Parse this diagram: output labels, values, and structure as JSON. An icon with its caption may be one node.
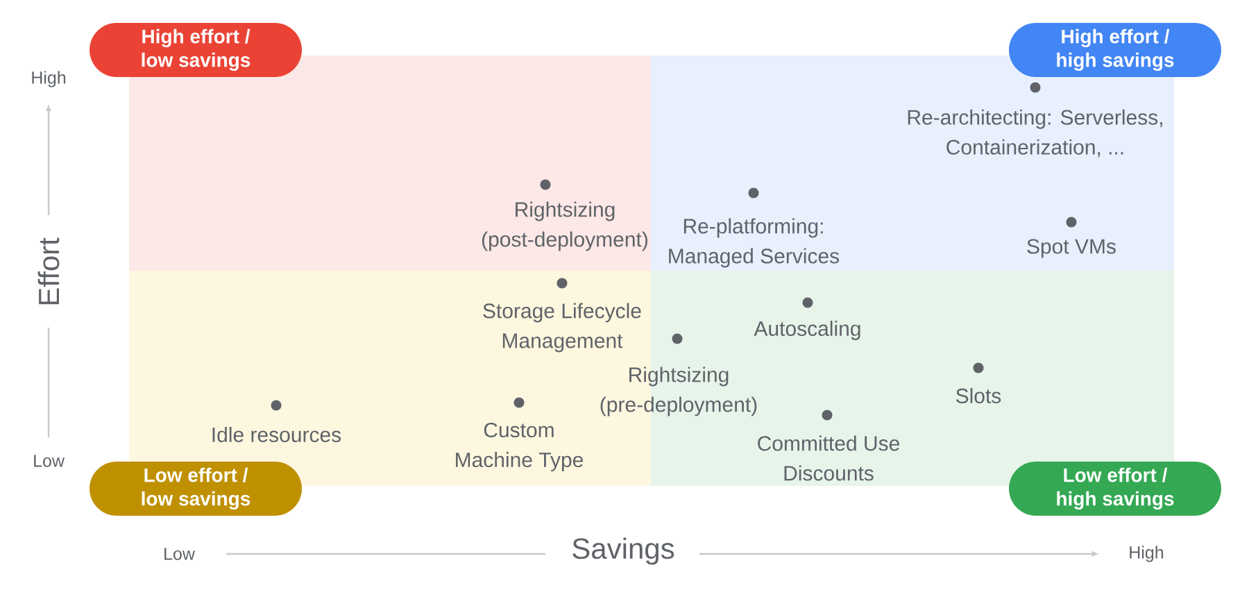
{
  "diagram": {
    "nodes": [
      {
        "text": [
          "High effort / low savings"
        ]
      },
      {
        "text": [
          "High effort / high savings"
        ]
      },
      {
        "text": [],
        "shape": "box"
      },
      {
        "text": [],
        "shape": "box"
      },
      {
        "text": [],
        "shape": "box"
      },
      {
        "text": [],
        "shape": "box"
      },
      {
        "text": [
          "Low effort / low savings"
        ]
      },
      {
        "text": [
          "Low effort / high savings"
        ]
      },
      {
        "text": [],
        "shape": "circle",
        "in": 3,
        "beside": [
          "Re-architecting: Serverless, Containerization, ..."
        ]
      },
      {
        "text": [],
        "shape": "circle",
        "in": 2,
        "beside": [
          "Rightsizing (post-deployment)"
        ]
      },
      {
        "text": [],
        "shape": "circle",
        "in": 3,
        "beside": [
          "Re-platforming: Managed Services"
        ]
      },
      {
        "text": [],
        "shape": "circle",
        "in": 3,
        "beside": [
          "Spot VMs"
        ]
      },
      {
        "text": [],
        "shape": "circle",
        "in": 4,
        "beside": [
          "Storage Lifecycle Management"
        ]
      },
      {
        "text": [],
        "shape": "circle",
        "in": 5,
        "beside": [
          "Autoscaling"
        ]
      },
      {
        "text": [],
        "shape": "circle",
        "in": 5,
        "beside": [
          "Rightsizing (pre-deployment)"
        ]
      },
      {
        "text": [],
        "shape": "circle",
        "in": 5,
        "beside": [
          "Slots"
        ]
      },
      {
        "text": [],
        "shape": "circle",
        "in": 4,
        "beside": [
          "Idle resources"
        ]
      },
      {
        "text": [],
        "shape": "circle",
        "in": 4,
        "beside": [
          "Custom Machine Type"
        ]
      },
      {
        "text": [],
        "shape": "circle",
        "in": 5,
        "beside": [
          "Committed Use Discounts"
        ]
      }
    ],
    "labels": [
      "High",
      "Effort",
      "Low",
      "Low",
      "Savings",
      "High"
    ]
  }
}
